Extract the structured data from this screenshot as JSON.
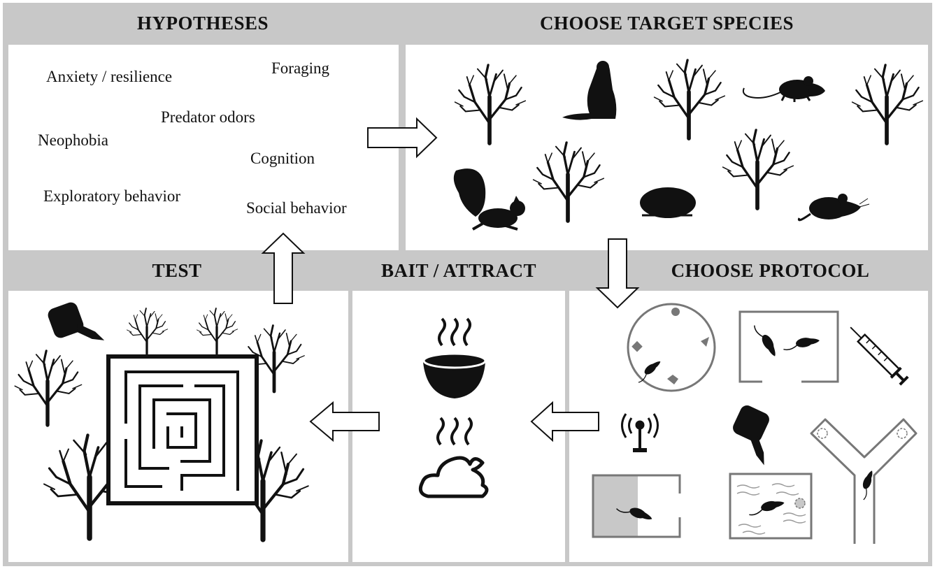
{
  "panels": {
    "hypotheses": {
      "title": "HYPOTHESES",
      "items": [
        "Anxiety / resilience",
        "Foraging",
        "Predator odors",
        "Neophobia",
        "Cognition",
        "Exploratory behavior",
        "Social behavior"
      ]
    },
    "species": {
      "title": "CHOOSE TARGET SPECIES"
    },
    "test": {
      "title": "TEST"
    },
    "bait": {
      "title": "BAIT / ATTRACT"
    },
    "protocol": {
      "title": "CHOOSE PROTOCOL"
    }
  },
  "colors": {
    "frame": "#c8c8c8",
    "ink": "#111111",
    "shade": "#c8c8c8",
    "mid": "#777777"
  }
}
